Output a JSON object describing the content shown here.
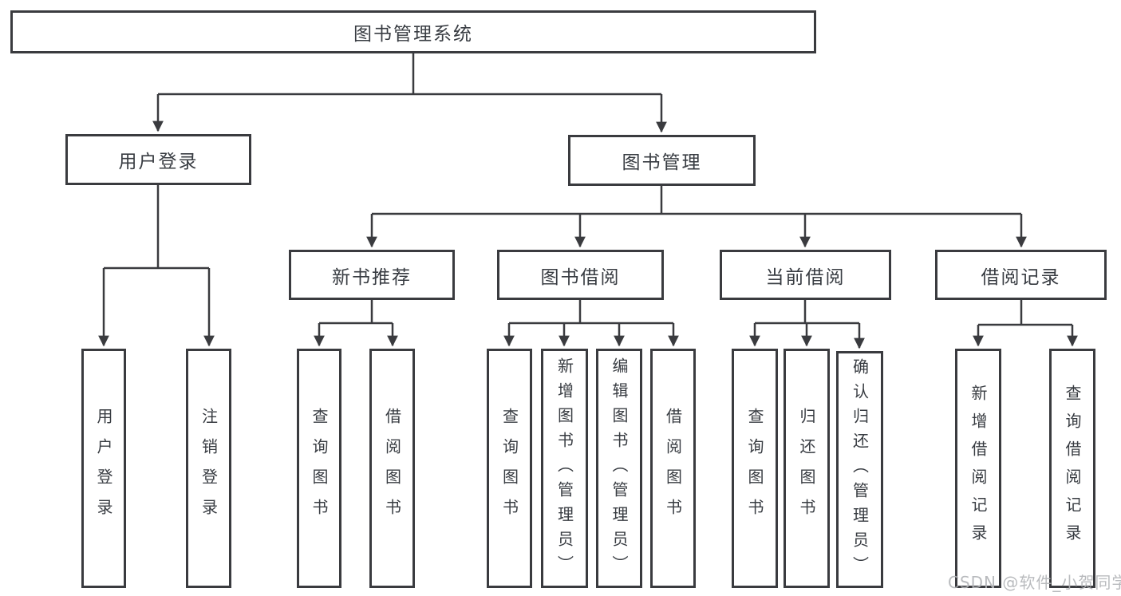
{
  "diagram": {
    "root": {
      "label": "图书管理系统"
    },
    "branches": [
      {
        "label": "用户登录",
        "children": [
          "用户登录",
          "注销登录"
        ]
      },
      {
        "label": "图书管理"
      }
    ],
    "book_management_groups": [
      {
        "label": "新书推荐",
        "children": [
          "查询图书",
          "借阅图书"
        ]
      },
      {
        "label": "图书借阅",
        "children": [
          "查询图书",
          "新增图书（管理员）",
          "编辑图书（管理员）",
          "借阅图书"
        ]
      },
      {
        "label": "当前借阅",
        "children": [
          "查询图书",
          "归还图书",
          "确认归还（管理员）"
        ]
      },
      {
        "label": "借阅记录",
        "children": [
          "新增借阅记录",
          "查询借阅记录"
        ]
      }
    ]
  },
  "watermark": {
    "text": "CSDN @软件_小贺同学"
  },
  "colors": {
    "line": "#3a3b3f",
    "box_border": "#3a3b3f",
    "text": "#383c42",
    "background": "#ffffff",
    "watermark": "#b2b4b7"
  }
}
